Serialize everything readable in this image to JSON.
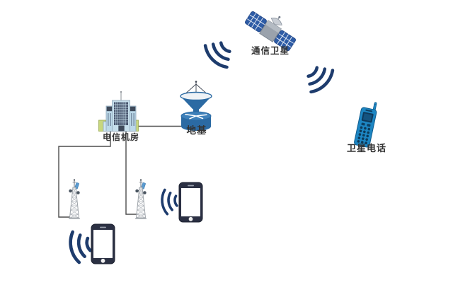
{
  "page": {
    "background": "#ffffff",
    "type": "network-topology-diagram",
    "language": "zh-CN"
  },
  "labels": {
    "satellite": "通信卫星",
    "ground_station": "地基",
    "telecom_room": "电信机房",
    "satellite_phone": "卫星电话"
  },
  "nodes": [
    {
      "id": "communication-satellite",
      "label": "通信卫星",
      "icon": "satellite-icon"
    },
    {
      "id": "ground-station",
      "label": "地基",
      "icon": "satellite-dish-station-icon"
    },
    {
      "id": "telecom-room",
      "label": "电信机房",
      "icon": "telecom-building-icon"
    },
    {
      "id": "satellite-phone",
      "label": "卫星电话",
      "icon": "satellite-phone-icon"
    },
    {
      "id": "cell-tower-left",
      "label": "",
      "icon": "cell-tower-icon"
    },
    {
      "id": "cell-tower-right",
      "label": "",
      "icon": "cell-tower-icon"
    },
    {
      "id": "smartphone-right",
      "label": "",
      "icon": "smartphone-icon"
    },
    {
      "id": "smartphone-bottom",
      "label": "",
      "icon": "smartphone-icon"
    }
  ],
  "connections": [
    {
      "from": "telecom-room",
      "to": "ground-station",
      "type": "wired"
    },
    {
      "from": "telecom-room",
      "to": "cell-tower-left",
      "type": "wired"
    },
    {
      "from": "telecom-room",
      "to": "cell-tower-right",
      "type": "wired"
    },
    {
      "from": "ground-station",
      "to": "communication-satellite",
      "type": "wireless-signal"
    },
    {
      "from": "communication-satellite",
      "to": "satellite-phone",
      "type": "wireless-signal"
    },
    {
      "from": "smartphone-right",
      "to": "cell-tower-right",
      "type": "wireless-signal"
    },
    {
      "from": "smartphone-bottom",
      "to": "cell-tower-left",
      "type": "wireless-signal"
    }
  ],
  "colors": {
    "signal_arc": "#1e3c6d",
    "connector_line": "#4d4d4d",
    "station_blue": "#2b6aa3",
    "solar_panel_blue": "#2e5ca6",
    "satellite_body_gray": "#9aa2ac",
    "satellite_phone_blue": "#1d86c3",
    "smartphone_body": "#2b3043",
    "building_wall": "#c6dfec",
    "building_window": "#45526b",
    "building_base_accent": "#c8d77d",
    "label_text": "#333333"
  }
}
